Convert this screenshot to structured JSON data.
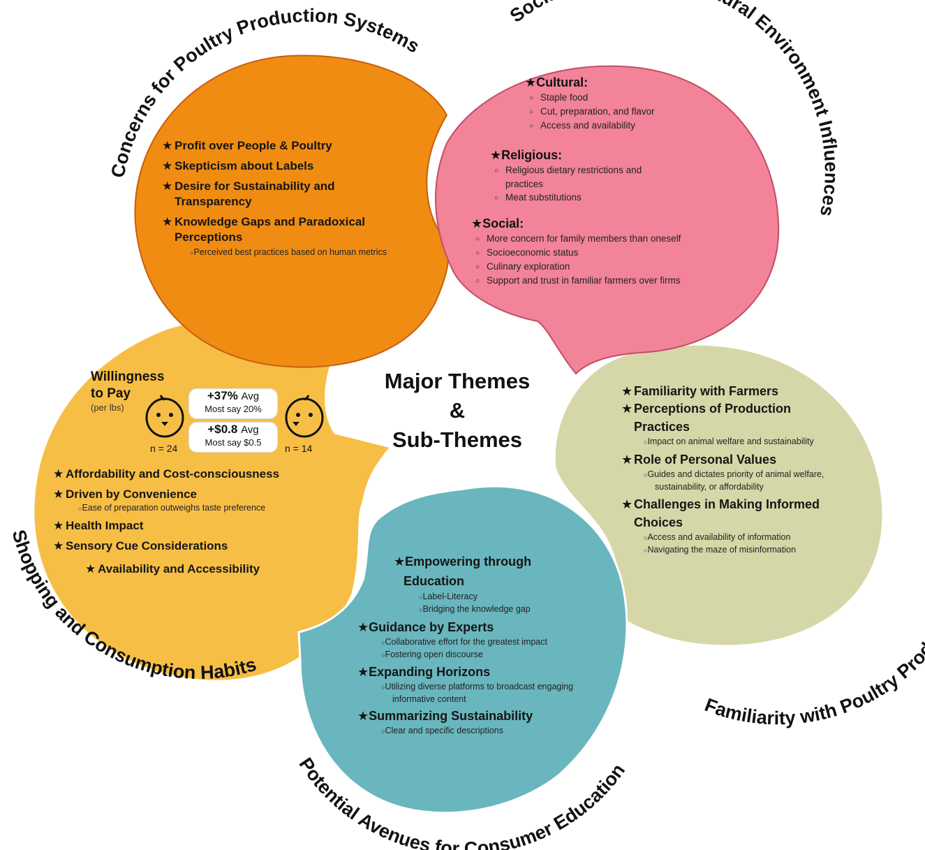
{
  "title": [
    "Major Themes",
    "&",
    "Sub-Themes"
  ],
  "colors": {
    "orange": "#F08C12",
    "pink": "#F28399",
    "yellow": "#F7BE46",
    "olive": "#D6D7A8",
    "teal": "#69B6BE"
  },
  "arc_titles": {
    "concerns": "Concerns for Poultry Production Systems",
    "social": "Social, Religious, & Cultural Environment Influences",
    "familiarity": "Familiarity with Poultry Production Influences Beliefs",
    "education": "Potential Avenues for Consumer Education",
    "shopping": "Shopping and Consumption Habits"
  },
  "concerns": {
    "items": [
      "Profit over People & Poultry",
      "Skepticism about Labels",
      "Desire for Sustainability and Transparency",
      "Knowledge Gaps and Paradoxical Perceptions"
    ],
    "sub": "Perceived best practices based on human metrics"
  },
  "social": {
    "cultural": {
      "head": "Cultural:",
      "items": [
        "Staple food",
        "Cut, preparation, and flavor",
        "Access and availability"
      ]
    },
    "religious": {
      "head": "Religious:",
      "items": [
        "Religious dietary restrictions and practices",
        "Meat substitutions"
      ]
    },
    "social": {
      "head": "Social:",
      "items": [
        "More concern for family members than oneself",
        "Socioeconomic status",
        "Culinary exploration",
        "Support and trust in familiar farmers over firms"
      ]
    }
  },
  "shopping": {
    "wtp": {
      "line1": "Willingness",
      "line2": "to Pay",
      "unit": "(per lbs)"
    },
    "bubble1": {
      "value": "+37%",
      "avg": "Avg",
      "note": "Most say 20%"
    },
    "bubble2": {
      "value": "+$0.8",
      "avg": "Avg",
      "note": "Most say $0.5"
    },
    "n_left": "n = 24",
    "n_right": "n = 14",
    "items": [
      "Affordability and Cost-consciousness",
      "Driven by Convenience",
      "Health Impact",
      "Sensory Cue Considerations",
      "Availability and Accessibility"
    ],
    "sub": "Ease of preparation outweighs taste preference"
  },
  "familiarity": {
    "items": [
      {
        "text": "Familiarity with Farmers",
        "subs": []
      },
      {
        "text": "Perceptions of Production Practices",
        "subs": [
          "Impact on animal welfare and sustainability"
        ]
      },
      {
        "text": "Role of Personal Values",
        "subs": [
          "Guides and dictates priority of animal welfare, sustainability, or affordability"
        ]
      },
      {
        "text": "Challenges in Making Informed Choices",
        "subs": [
          "Access and availability of information",
          "Navigating the maze of misinformation"
        ]
      }
    ]
  },
  "education": {
    "items": [
      {
        "text": "Empowering through Education",
        "subs": [
          "Label-Literacy",
          "Bridging the knowledge gap"
        ]
      },
      {
        "text": "Guidance by Experts",
        "subs": [
          "Collaborative effort for the greatest impact",
          "Fostering open discourse"
        ]
      },
      {
        "text": "Expanding Horizons",
        "subs": [
          "Utilizing diverse platforms to broadcast engaging informative content"
        ]
      },
      {
        "text": "Summarizing Sustainability",
        "subs": [
          "Clear and specific descriptions"
        ]
      }
    ]
  }
}
